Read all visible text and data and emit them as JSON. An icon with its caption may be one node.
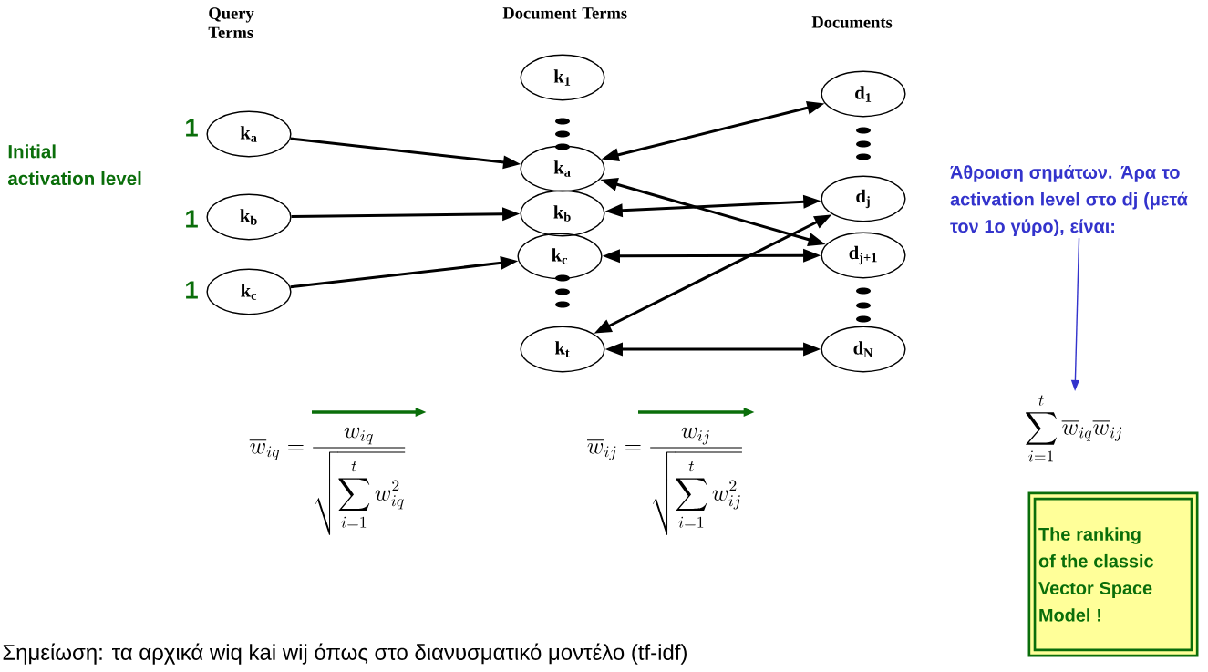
{
  "diagram": {
    "nodes": [
      {
        "text": [
          "k$_{a}$"
        ]
      },
      {
        "text": [
          "k$_{b}$"
        ]
      },
      {
        "text": [
          "k$_{c}$"
        ]
      },
      {
        "text": [
          "k$_{1}$"
        ]
      },
      {
        "text": [
          "k$_{a}$"
        ]
      },
      {
        "text": [
          "k$_{b}$"
        ]
      },
      {
        "text": [
          "k$_{c}$"
        ]
      },
      {
        "text": [
          "k$_{t}$"
        ]
      },
      {
        "text": [
          "d$_{1}$"
        ]
      },
      {
        "text": [
          "d$_{j}$"
        ]
      },
      {
        "text": [
          "d$_{j+1}$"
        ]
      },
      {
        "text": [
          "d$_{N}$"
        ]
      },
      {
        "text": [
          "The ranking of the classic Vector Space Model !"
        ]
      },
      {
        "text": [
          "Άθροιση σημάτων. Άρα το activation level στο dj (μετά τον 1ο γύρο), είναι:"
        ]
      },
      {
        "text": [
          "\\sum_{i=1}^{t}\\overline{w}_{iq}\\overline{w}_{ij}"
        ]
      }
    ],
    "edges": [
      {
        "from": 0,
        "to": 4,
        "arrow": "to"
      },
      {
        "from": 1,
        "to": 5,
        "arrow": "to"
      },
      {
        "from": 2,
        "to": 6,
        "arrow": "to"
      },
      {
        "from": 4,
        "to": 8,
        "arrow": "both"
      },
      {
        "from": 4,
        "to": 10,
        "arrow": "both"
      },
      {
        "from": 5,
        "to": 9,
        "arrow": "both"
      },
      {
        "from": 6,
        "to": 10,
        "arrow": "both"
      },
      {
        "from": 7,
        "to": 9,
        "arrow": "both"
      },
      {
        "from": 7,
        "to": 11,
        "arrow": "both"
      },
      {
        "from": 13,
        "to": 14,
        "arrow": "to",
        "color": "#3333cc"
      }
    ],
    "labels": [
      "Query Terms",
      "Document Terms",
      "Documents",
      "1",
      "1",
      "1",
      "Initial activation level",
      "\\overline{w}_{iq}=\\dfrac{w_{iq}}{\\sqrt{\\displaystyle\\sum_{i=1}^{t}w_{iq}^{2}}}",
      "\\overline{w}_{ij}=\\dfrac{w_{ij}}{\\sqrt{\\displaystyle\\sum_{i=1}^{t}w_{ij}^{2}}}",
      "Σημείωση: τα αρχικά wiq kai wij όπως στο διανυσματικό μοντέλο (tf-idf)"
    ]
  }
}
